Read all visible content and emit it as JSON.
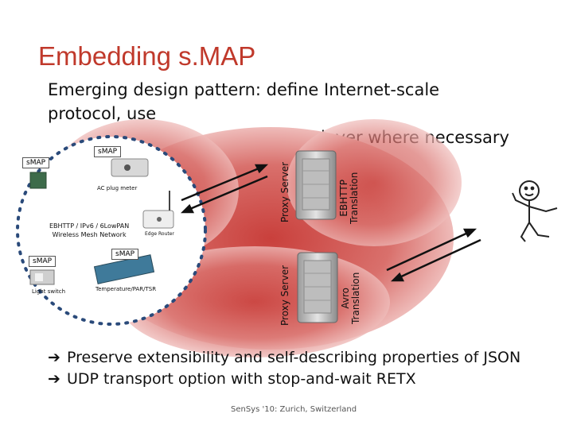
{
  "slide": {
    "title": "Embedding s.MAP",
    "subtitle_line1": "Emerging design pattern: define Internet-scale protocol, use",
    "subtitle_line2": "adaptation layer where necessary",
    "footer": "SenSys '10: Zurich, Switzerland"
  },
  "diagram": {
    "smap_label": "sMAP",
    "ac_plug_meter": "AC plug meter",
    "mesh_network": "EBHTTP / IPv6 / 6LowPAN\nWireless Mesh Network",
    "edge_router": "Edge Router",
    "light_switch": "Light switch",
    "temperature": "Temperature/PAR/TSR",
    "proxy_server_top": "Proxy Server",
    "ebhttp_translation": "EBHTTP\nTranslation",
    "proxy_server_bottom": "Proxy Server",
    "avro_translation": "Avro\nTranslation"
  },
  "bullets": [
    "Preserve extensibility and self-describing properties of JSON",
    "UDP transport option with stop-and-wait RETX"
  ],
  "colors": {
    "title": "#c0392b",
    "cloud": "#d9534f",
    "mesh_dots": "#2a4a7a"
  },
  "icons": [
    "right-arrow-icon",
    "stick-figure-icon",
    "server-icon"
  ]
}
